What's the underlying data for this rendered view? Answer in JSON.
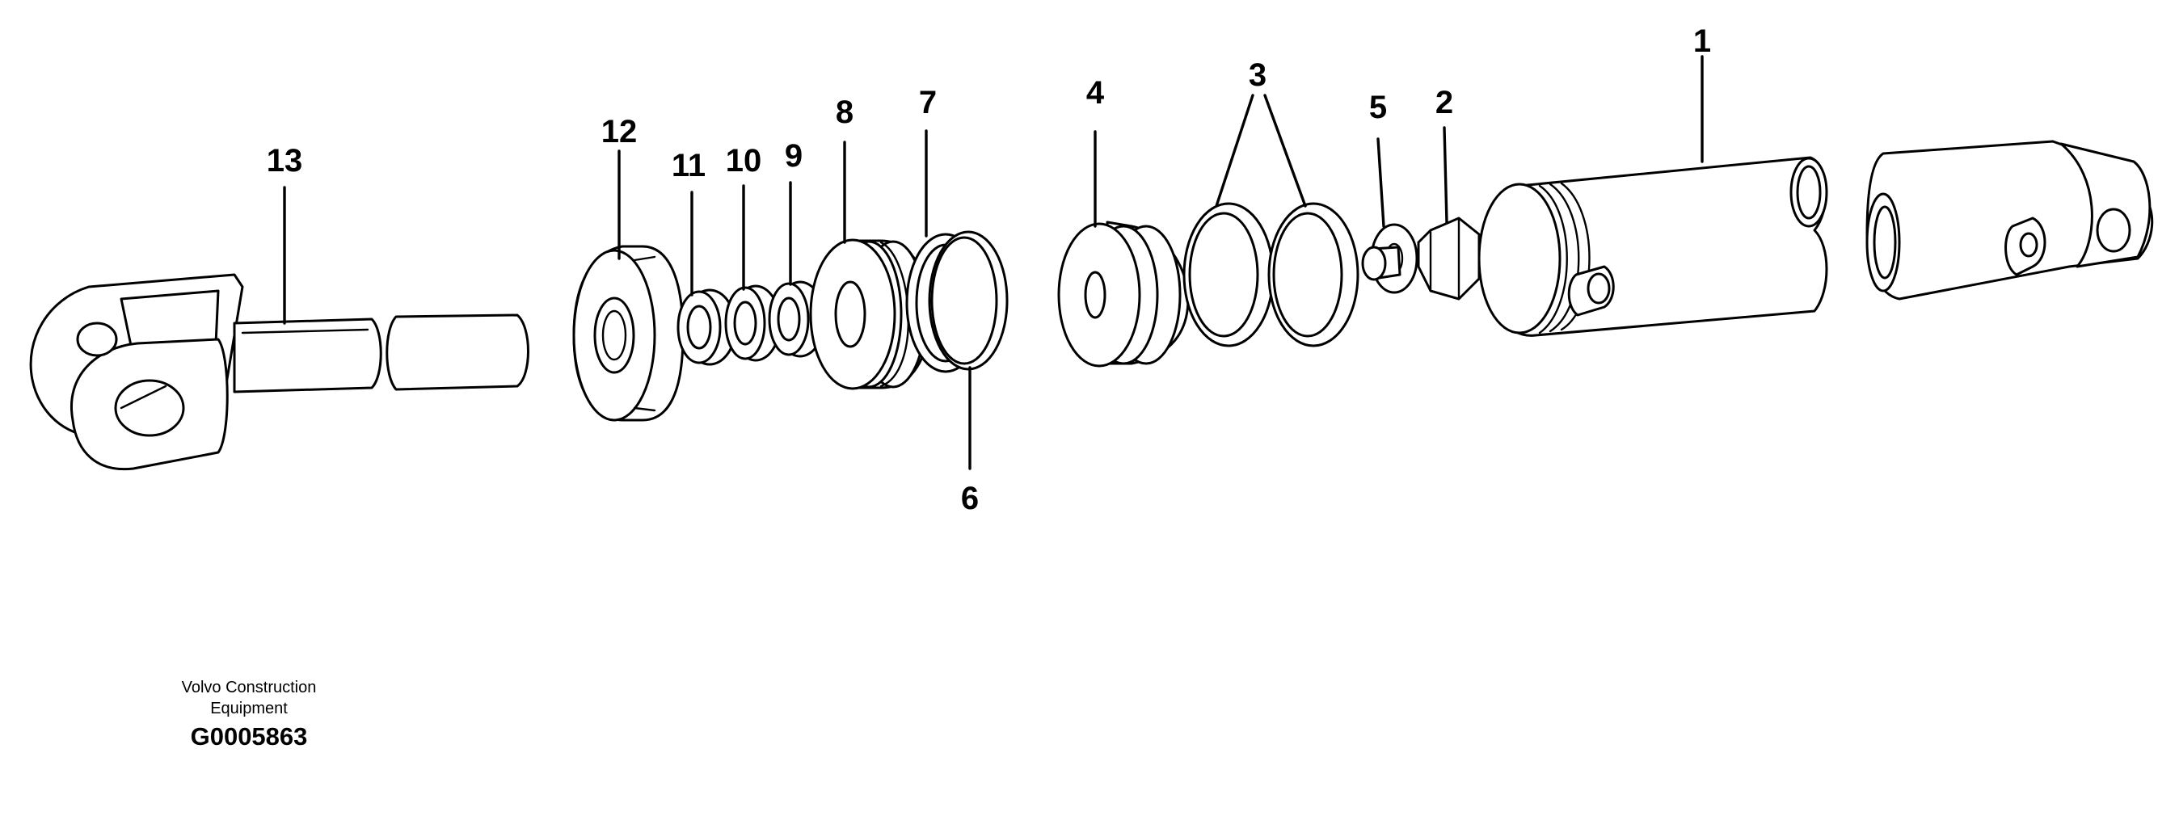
{
  "callouts": {
    "c1": "1",
    "c2": "2",
    "c3": "3",
    "c4": "4",
    "c5": "5",
    "c6": "6",
    "c7": "7",
    "c8": "8",
    "c9": "9",
    "c10": "10",
    "c11": "11",
    "c12": "12",
    "c13": "13"
  },
  "caption": {
    "line1": "Volvo Construction",
    "line2": "Equipment",
    "drawing_id": "G0005863"
  }
}
